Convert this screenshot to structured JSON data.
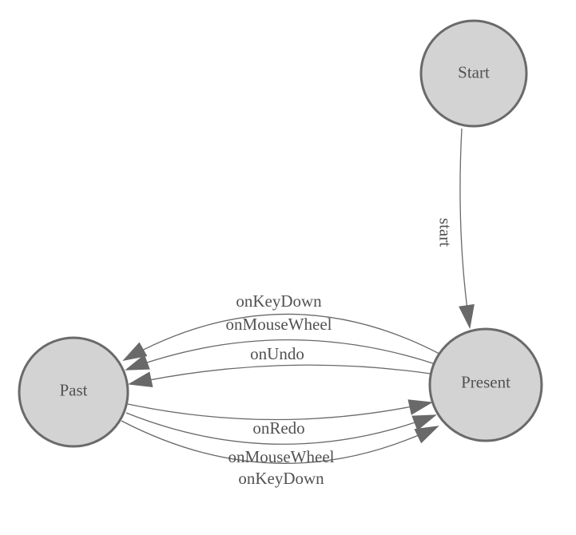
{
  "diagram": {
    "kind": "state-machine-graph",
    "background_color": "#ffffff",
    "colors": {
      "node_fill": "#d3d3d3",
      "node_border": "#6a6a6a",
      "edge_stroke": "#696969",
      "arrowhead_fill": "#696969",
      "label_text": "#525252"
    },
    "nodes": [
      {
        "id": "start",
        "label": "Start"
      },
      {
        "id": "past",
        "label": "Past"
      },
      {
        "id": "present",
        "label": "Present"
      }
    ],
    "edges": [
      {
        "from": "start",
        "to": "present",
        "label": "start"
      },
      {
        "from": "present",
        "to": "past",
        "label": "onKeyDown"
      },
      {
        "from": "present",
        "to": "past",
        "label": "onMouseWheel"
      },
      {
        "from": "present",
        "to": "past",
        "label": "onUndo"
      },
      {
        "from": "past",
        "to": "present",
        "label": "onRedo"
      },
      {
        "from": "past",
        "to": "present",
        "label": "onMouseWheel"
      },
      {
        "from": "past",
        "to": "present",
        "label": "onKeyDown"
      }
    ]
  }
}
